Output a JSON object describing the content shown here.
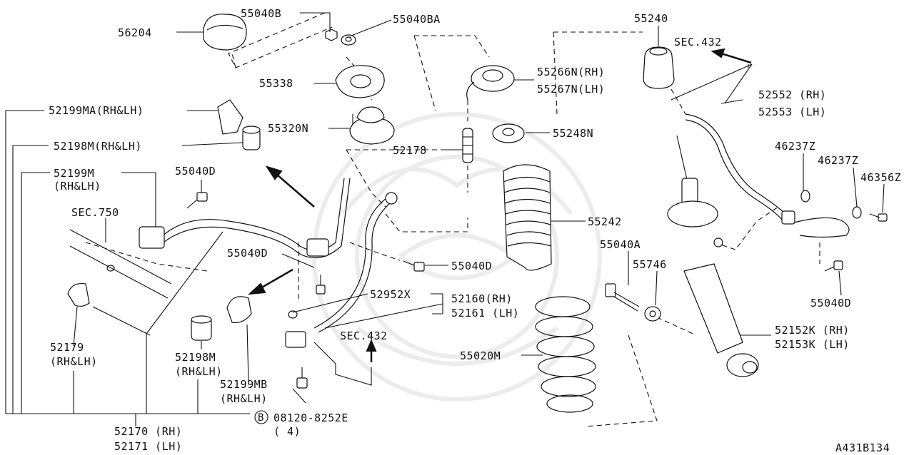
{
  "labels": {
    "p56204": "56204",
    "p55040B": "55040B",
    "p55040BA": "55040BA",
    "p55240": "55240",
    "sec432_top": "SEC.432",
    "p55338": "55338",
    "p55266N": "55266N(RH)",
    "p55267N": "55267N(LH)",
    "p52552": "52552 (RH)",
    "p52553": "52553 (LH)",
    "p52199MA": "52199MA(RH&LH)",
    "p55320N": "55320N",
    "p55248N": "55248N",
    "p52198M_top": "52198M(RH&LH)",
    "p52178": "52178",
    "p46237Z_a": "46237Z",
    "p46237Z_b": "46237Z",
    "p46356Z": "46356Z",
    "p52199M": "52199M",
    "p52199M_sub": "(RH&LH)",
    "p55040D_top": "55040D",
    "sec750": "SEC.750",
    "p55242": "55242",
    "p55040A": "55040A",
    "p55746": "55746",
    "p55040D_left": "55040D",
    "p55040D_mid": "55040D",
    "p55040D_right": "55040D",
    "p52952X": "52952X",
    "p52160": "52160(RH)",
    "p52161": "52161 (LH)",
    "p52152K": "52152K (RH)",
    "p52153K": "52153K (LH)",
    "sec432_mid": "SEC.432",
    "p52179": "52179",
    "p52179_sub": "(RH&LH)",
    "p52198M_bot": "52198M",
    "p52198M_bot_sub": "(RH&LH)",
    "p52199MB": "52199MB",
    "p52199MB_sub": "(RH&LH)",
    "p55020M": "55020M",
    "bolt_mark": "B",
    "p08120": "08120-8252E",
    "p08120_qty": "( 4)",
    "p52170": "52170 (RH)",
    "p52171": "52171 (LH)",
    "diagram_id": "A431B134"
  }
}
